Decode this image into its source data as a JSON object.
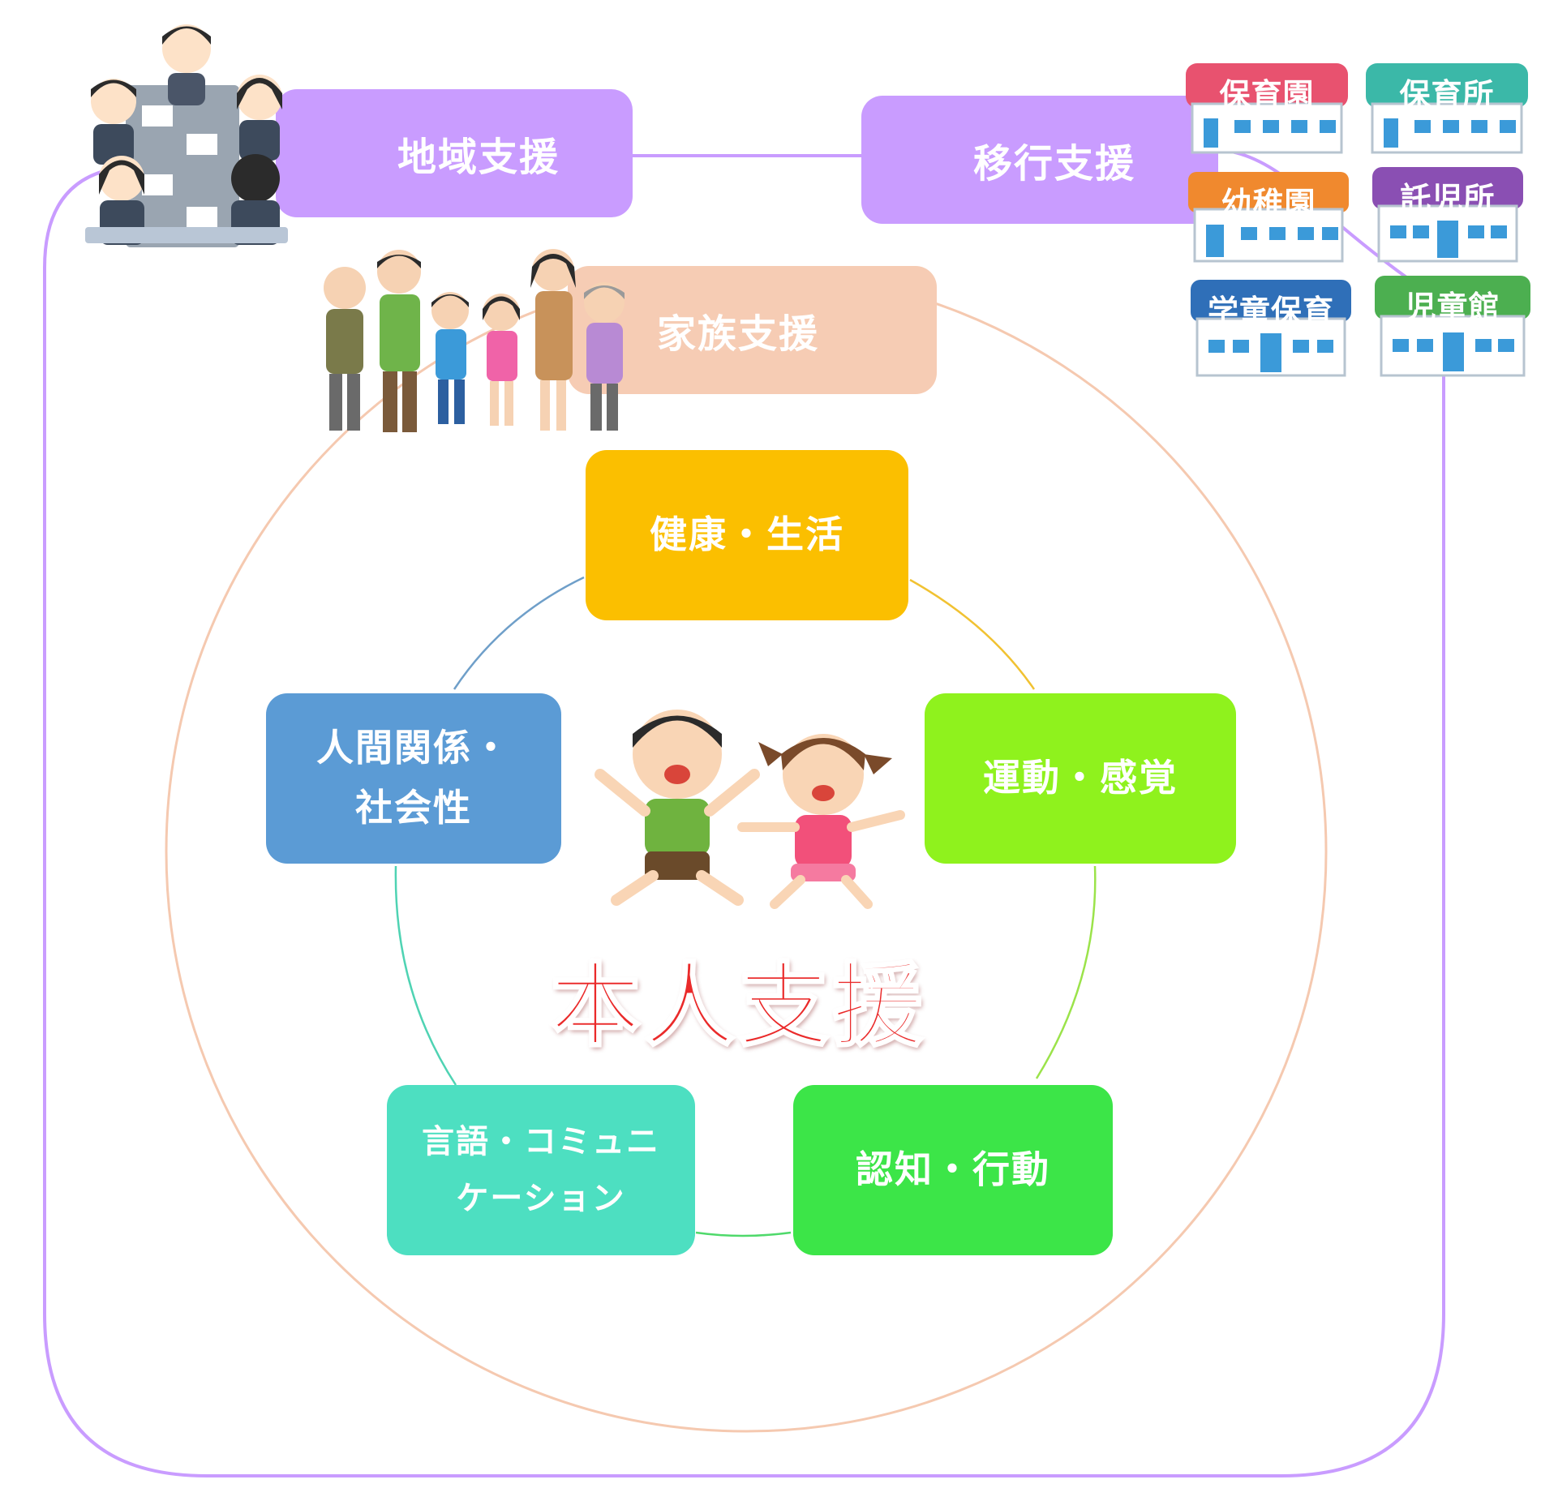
{
  "supports": {
    "community": "地域支援",
    "transition": "移行支援",
    "family": "家族支援"
  },
  "areas": {
    "health": "健康・生活",
    "motor": "運動・感覚",
    "cognition": "認知・行動",
    "language_line1": "言語・コミュニ",
    "language_line2": "ケーション",
    "social_line1": "人間関係・",
    "social_line2": "社会性"
  },
  "center_title": "本人支援",
  "facilities": [
    {
      "name": "保育園",
      "color": "#e8526f"
    },
    {
      "name": "保育所",
      "color": "#3bb8a8"
    },
    {
      "name": "幼稚園",
      "color": "#f0892e"
    },
    {
      "name": "託児所",
      "color": "#8a4fb3"
    },
    {
      "name": "学童保育",
      "color": "#2f6fb8"
    },
    {
      "name": "児童館",
      "color": "#4caf50"
    }
  ],
  "colors": {
    "community_support": "#c99cff",
    "family_support": "#f6ccb4",
    "health": "#fbbf00",
    "motor": "#8ff21d",
    "cognition": "#3ce548",
    "language": "#4ddfc1",
    "social": "#5b9bd5",
    "title": "#ea2a2a"
  }
}
